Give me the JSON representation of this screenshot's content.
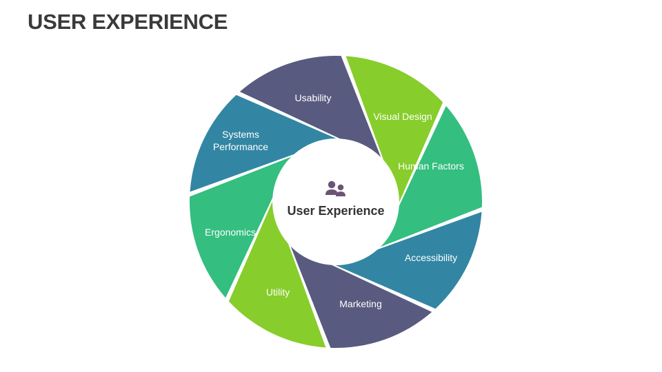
{
  "title": "USER EXPERIENCE",
  "center": {
    "label": "User Experience",
    "icon": "users-icon",
    "icon_color": "#6b5476"
  },
  "colors": {
    "lime": "#87cd2b",
    "green": "#34be7f",
    "teal": "#3286a3",
    "purple": "#595a7f"
  },
  "segments": [
    {
      "name": "usability",
      "color": "#87cd2b",
      "label": [
        "Usability"
      ]
    },
    {
      "name": "visual-design",
      "color": "#34be7f",
      "label": [
        "Visual Design"
      ]
    },
    {
      "name": "human-factors",
      "color": "#3286a3",
      "label": [
        "Human Factors"
      ]
    },
    {
      "name": "accessibility",
      "color": "#595a7f",
      "label": [
        "Accessibility"
      ]
    },
    {
      "name": "marketing",
      "color": "#87cd2b",
      "label": [
        "Marketing"
      ]
    },
    {
      "name": "utility",
      "color": "#34be7f",
      "label": [
        "Utility"
      ]
    },
    {
      "name": "ergonomics",
      "color": "#3286a3",
      "label": [
        "Ergonomics"
      ]
    },
    {
      "name": "systems-performance",
      "color": "#595a7f",
      "label": [
        "Systems",
        "Performance"
      ]
    }
  ]
}
